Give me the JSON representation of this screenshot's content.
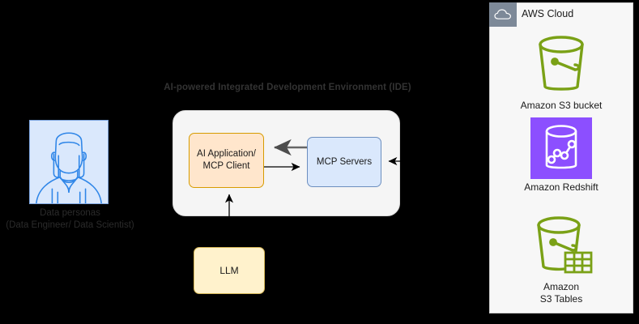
{
  "diagram": {
    "background": "#000000",
    "persona": {
      "icon_name": "user-person-icon",
      "label_line1": "Data personas",
      "label_line2": "(Data Engineer/ Data Scientist)",
      "fill": "#dae8fc",
      "stroke": "#7ea6e0"
    },
    "ide": {
      "title": "AI-powered Integrated Development Environment (IDE)",
      "container_fill": "#f5f5f5",
      "nodes": [
        {
          "id": "ai-application",
          "label_line1": "AI Application/",
          "label_line2": "MCP Client",
          "fill": "#ffe6cc",
          "stroke": "#d79b00"
        },
        {
          "id": "mcp-servers",
          "label": "MCP Servers",
          "fill": "#dae8fc",
          "stroke": "#6c8ebf"
        }
      ]
    },
    "llm": {
      "label": "LLM",
      "fill": "#fff2cc",
      "stroke": "#d6b656"
    },
    "edges": [
      {
        "id": "mcp-to-ai",
        "from": "mcp-servers",
        "to": "ai-application",
        "color": "#666666",
        "style": "thick"
      },
      {
        "id": "ai-to-mcp",
        "from": "ai-application",
        "to": "mcp-servers",
        "color": "#000000",
        "style": "thin"
      },
      {
        "id": "llm-to-ai",
        "from": "llm",
        "to": "ai-application",
        "color": "#000000",
        "style": "thin"
      },
      {
        "id": "aws-to-mcp",
        "from": "aws-cloud",
        "to": "mcp-servers",
        "color": "#000000",
        "style": "thin"
      }
    ],
    "aws_cloud": {
      "title": "AWS Cloud",
      "badge_icon_name": "cloud-icon",
      "badge_fill": "#7d8998",
      "panel_fill": "#f7f7f7",
      "services": [
        {
          "id": "s3-bucket",
          "icon_name": "s3-bucket-icon",
          "label_line1": "Amazon S3 bucket",
          "label_line2": "",
          "color": "#7aa116"
        },
        {
          "id": "redshift",
          "icon_name": "amazon-redshift-icon",
          "label_line1": "Amazon Redshift",
          "label_line2": "",
          "color": "#8c4fff"
        },
        {
          "id": "s3-tables",
          "icon_name": "s3-tables-icon",
          "label_line1": "Amazon",
          "label_line2": "S3 Tables",
          "color": "#7aa116"
        }
      ]
    }
  }
}
